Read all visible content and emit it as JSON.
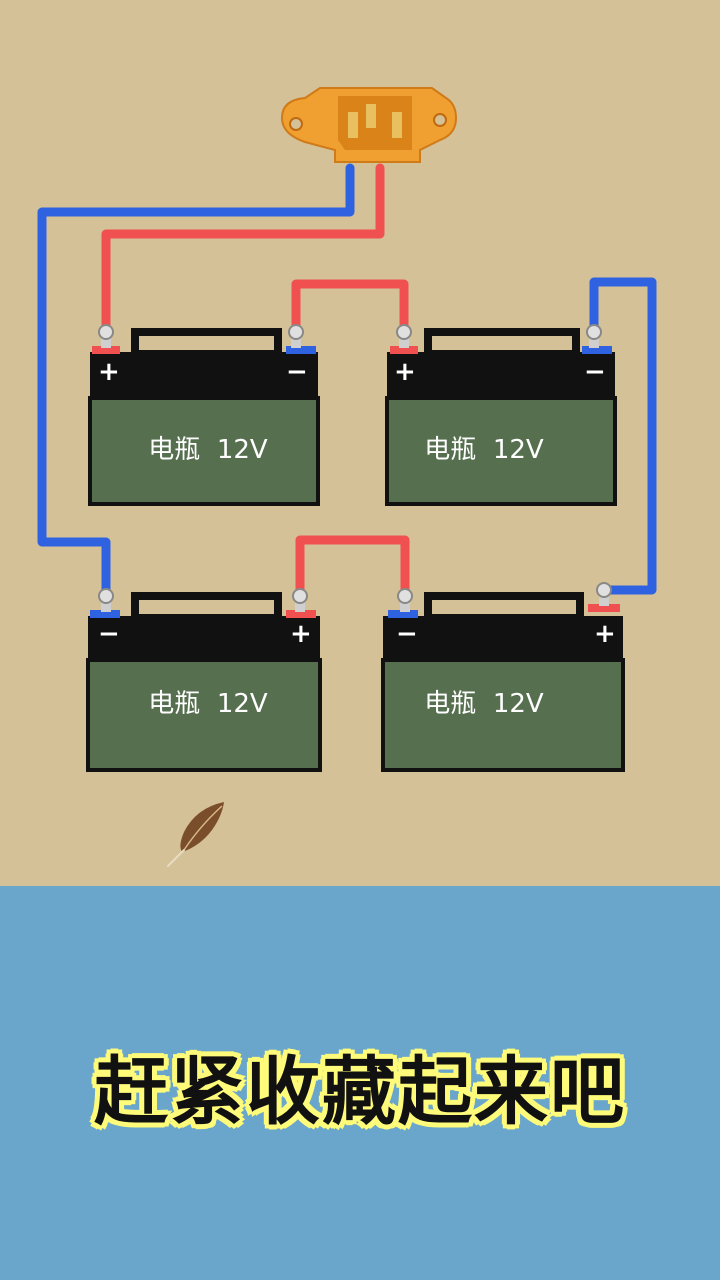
{
  "batteries": [
    {
      "label": "电瓶  12V",
      "left_sign": "+",
      "right_sign": "−"
    },
    {
      "label": "电瓶  12V",
      "left_sign": "+",
      "right_sign": "−"
    },
    {
      "label": "电瓶  12V",
      "left_sign": "−",
      "right_sign": "+"
    },
    {
      "label": "电瓶  12V",
      "left_sign": "−",
      "right_sign": "+"
    }
  ],
  "caption": "赶紧收藏起来吧",
  "colors": {
    "background": "#d4c197",
    "bottom_background": "#6aa6cc",
    "wire_positive": "#f05050",
    "wire_negative": "#2f62e0",
    "battery_top": "#111111",
    "battery_body": "#566f4f",
    "connector": "#f0a030",
    "caption_text": "#111111",
    "caption_outline": "#fffb7a"
  },
  "icons": {
    "connector": "power-inlet-icon",
    "feather": "feather-icon"
  }
}
